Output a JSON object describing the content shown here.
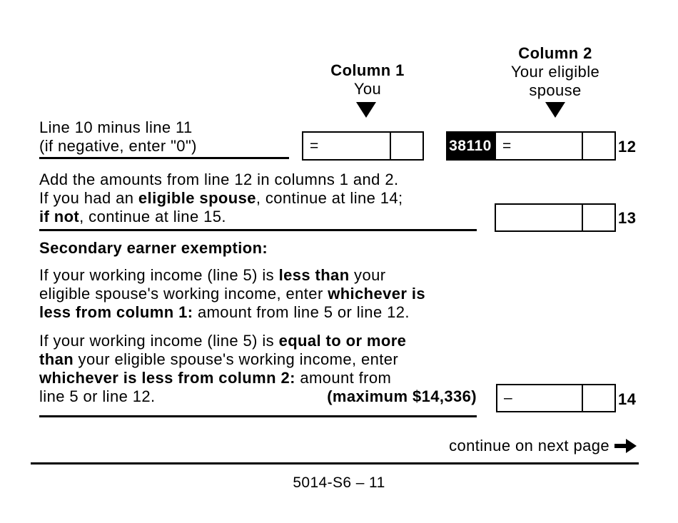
{
  "header": {
    "column1": {
      "title": "Column 1",
      "subtitle": [
        "You"
      ]
    },
    "column2": {
      "title": "Column 2",
      "subtitle": [
        "Your eligible",
        "spouse"
      ]
    }
  },
  "line12": {
    "label": [
      [
        {
          "t": "Line 10 minus line 11"
        }
      ],
      [
        {
          "t": "(if negative, enter \"0\")"
        }
      ]
    ],
    "field_code": "38110",
    "equals": "=",
    "number": "12",
    "col1_value": "",
    "col1_cents": "",
    "col2_value": "",
    "col2_cents": ""
  },
  "line13": {
    "instruction": [
      [
        {
          "t": "Add the amounts from line 12 in columns 1 and 2."
        }
      ],
      [
        {
          "t": "If you had an "
        },
        {
          "t": "eligible spouse",
          "b": true
        },
        {
          "t": ", continue at line 14;"
        }
      ],
      [
        {
          "t": "if not",
          "b": true
        },
        {
          "t": ", continue at line 15."
        }
      ]
    ],
    "number": "13",
    "value": "",
    "cents": ""
  },
  "secondary_earner": {
    "heading": "Secondary earner exemption:",
    "para1": [
      [
        {
          "t": "If your working income (line 5) is "
        },
        {
          "t": "less than",
          "b": true
        },
        {
          "t": " your"
        }
      ],
      [
        {
          "t": "eligible spouse's working income, enter "
        },
        {
          "t": "whichever is",
          "b": true
        }
      ],
      [
        {
          "t": "less from column 1:",
          "b": true
        },
        {
          "t": " amount from line 5 or line 12."
        }
      ]
    ],
    "para2": [
      [
        {
          "t": "If your working income (line 5) is "
        },
        {
          "t": "equal to or more",
          "b": true
        }
      ],
      [
        {
          "t": "than",
          "b": true
        },
        {
          "t": " your eligible spouse's working income, enter"
        }
      ],
      [
        {
          "t": "whichever is less from column 2:",
          "b": true
        },
        {
          "t": " amount from"
        }
      ],
      [
        {
          "t": "line 5 or line 12."
        }
      ]
    ],
    "max_label": "(maximum $14,336)"
  },
  "line14": {
    "operator": "–",
    "number": "14",
    "value": "",
    "cents": ""
  },
  "footer": {
    "continue_label": "continue on next page",
    "page_id": "5014-S6 – 11"
  }
}
